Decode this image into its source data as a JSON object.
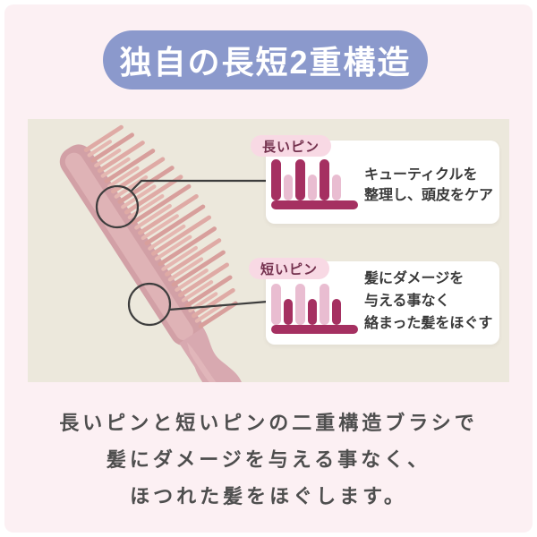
{
  "page": {
    "background_color": "#ffffff",
    "panel_color": "#fcf0f3"
  },
  "header": {
    "title": "独自の長短2重構造",
    "bg_color": "#8b99cc",
    "text_color": "#ffffff"
  },
  "photo": {
    "bg_color": "#ece8dc",
    "subject": "pink-hair-brush",
    "annotation_color": "#3d3d3d",
    "brush": {
      "body_color": "#d2a0a6",
      "body_highlight": "#e2b6b8",
      "handle_color": "#d8a9b0",
      "pin_colors": [
        "#dfaaa5",
        "#d89f9c",
        "#e5b7b1"
      ],
      "rows": 18
    }
  },
  "callouts": [
    {
      "label": "長いピン",
      "lines": [
        "キューティクルを",
        "整理し、頭皮をケア"
      ],
      "pin_icon": {
        "pattern": [
          "tall",
          "short",
          "tall",
          "short",
          "tall",
          "short"
        ],
        "tall_color": "#a53061",
        "short_color": "#e9bdd1",
        "base_color": "#a53061"
      }
    },
    {
      "label": "短いピン",
      "lines": [
        "髪にダメージを",
        "与える事なく",
        "絡まった髪をほぐす"
      ],
      "pin_icon": {
        "pattern": [
          "tall",
          "short",
          "tall",
          "short",
          "tall",
          "short"
        ],
        "tall_color": "#e9bdd1",
        "short_color": "#a53061",
        "base_color": "#a53061"
      }
    }
  ],
  "caption": {
    "lines": [
      "長いピンと短いピンの二重構造ブラシで",
      "髪にダメージを与える事なく、",
      "ほつれた髪をほぐします。"
    ],
    "text_color": "#4e4e4e"
  }
}
